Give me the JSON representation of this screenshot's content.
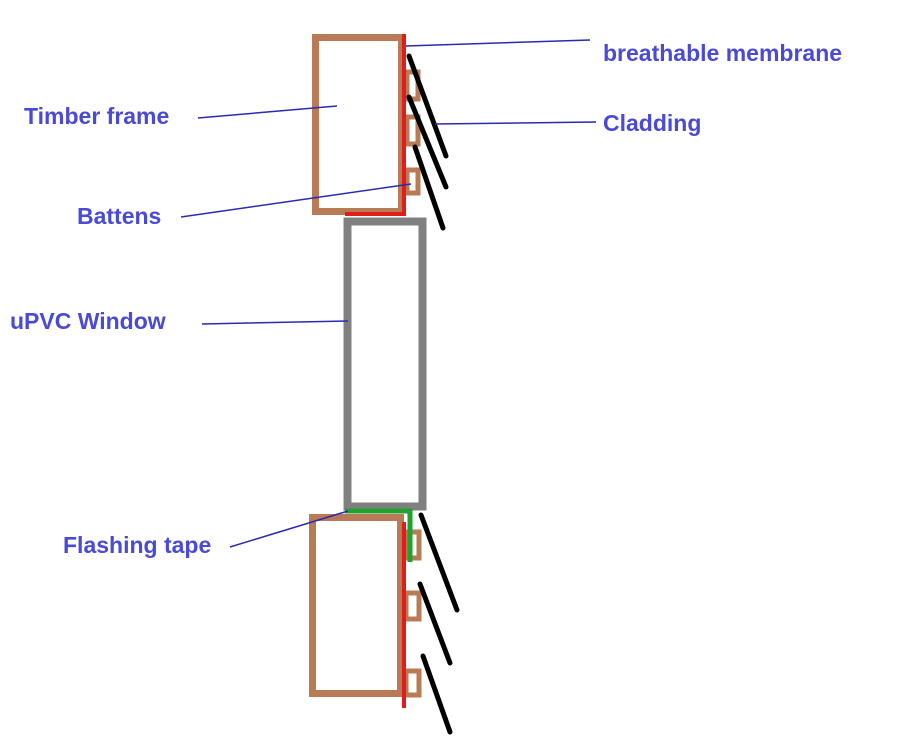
{
  "colors": {
    "label": "#4a4ad6",
    "leader": "#2a2ab0",
    "timber": "#b87b55",
    "membrane": "#e21b1b",
    "window": "#808080",
    "flashing": "#22a12e",
    "cladding": "#000000"
  },
  "labels": {
    "membrane": "breathable membrane",
    "cladding": "Cladding",
    "timber": "Timber frame",
    "battens": "Battens",
    "window": "uPVC Window",
    "flashing": "Flashing tape"
  }
}
